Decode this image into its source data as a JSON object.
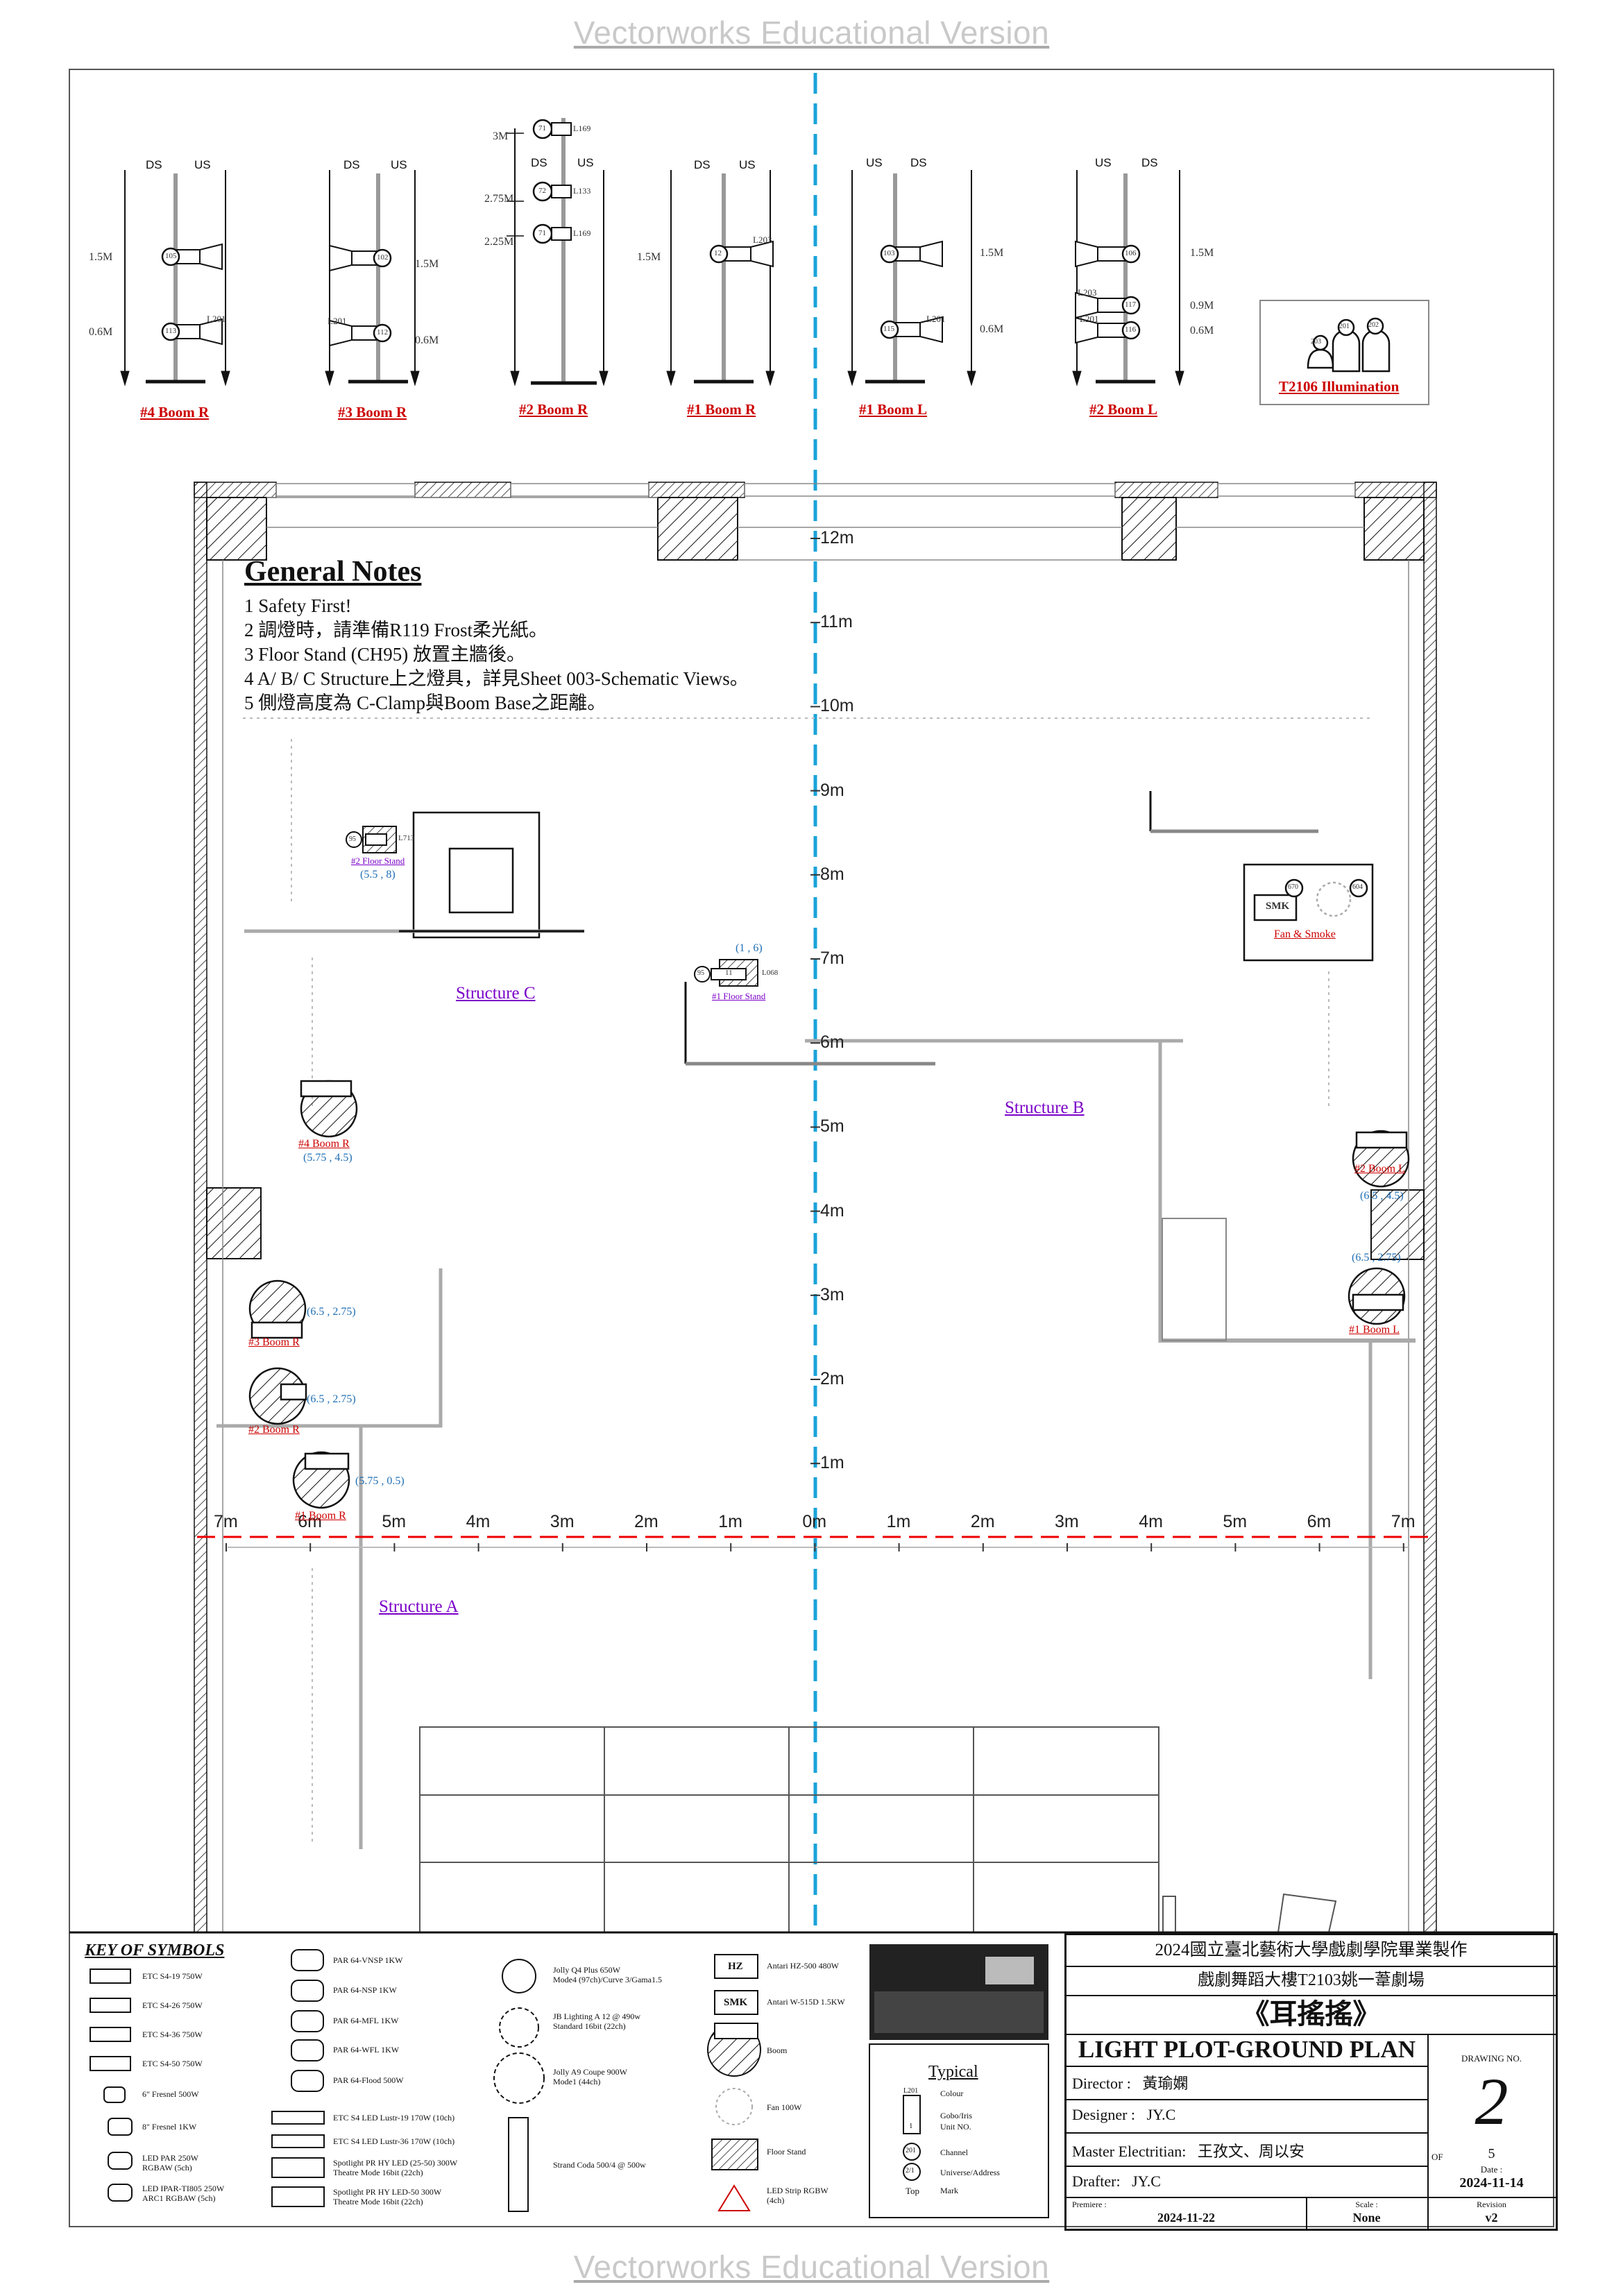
{
  "watermark": "Vectorworks Educational Version",
  "general_notes": {
    "title": "General Notes",
    "items": [
      "1 Safety First!",
      "2 調燈時，請準備R119 Frost柔光紙。",
      "3 Floor Stand (CH95) 放置主牆後。",
      "4 A/ B/ C Structure上之燈具，詳見Sheet 003-Schematic Views。",
      "5 側燈高度為 C-Clamp與Boom Base之距離。"
    ]
  },
  "booms_elevation": [
    {
      "name": "#4 Boom R",
      "dir": [
        "DS",
        "US"
      ],
      "heights": [
        "1.5M",
        "0.6M"
      ],
      "units": [
        "105",
        "113"
      ],
      "labels": [
        "L201"
      ]
    },
    {
      "name": "#3 Boom R",
      "dir": [
        "DS",
        "US"
      ],
      "heights": [
        "1.5M",
        "0.6M"
      ],
      "units": [
        "102",
        "112"
      ],
      "labels": [
        "L201"
      ]
    },
    {
      "name": "#2 Boom R",
      "dir": [
        "DS",
        "US"
      ],
      "heights": [
        "3M",
        "2.75M",
        "2.25M"
      ],
      "units": [
        "71",
        "72",
        "71"
      ],
      "labels": [
        "L169",
        "L133",
        "L169"
      ]
    },
    {
      "name": "#1 Boom R",
      "dir": [
        "DS",
        "US"
      ],
      "heights": [
        "1.5M"
      ],
      "units": [
        "12"
      ],
      "labels": [
        "L203"
      ]
    },
    {
      "name": "#1 Boom L",
      "dir": [
        "US",
        "DS"
      ],
      "heights": [
        "1.5M",
        "0.6M"
      ],
      "units": [
        "103",
        "115"
      ],
      "labels": [
        "L201"
      ]
    },
    {
      "name": "#2 Boom L",
      "dir": [
        "US",
        "DS"
      ],
      "heights": [
        "1.5M",
        "0.9M",
        "0.6M"
      ],
      "units": [
        "106",
        "117",
        "116"
      ],
      "labels": [
        "L203",
        "L201"
      ]
    }
  ],
  "illumination_label": "T2106 Illumination",
  "illum_units": [
    "203",
    "201",
    "202"
  ],
  "y_scale": [
    "12m",
    "11m",
    "10m",
    "9m",
    "8m",
    "7m",
    "6m",
    "5m",
    "4m",
    "3m",
    "2m",
    "1m"
  ],
  "x_scale": [
    "7m",
    "6m",
    "5m",
    "4m",
    "3m",
    "2m",
    "1m",
    "0m",
    "1m",
    "2m",
    "3m",
    "4m",
    "5m",
    "6m",
    "7m"
  ],
  "structures": [
    "Structure C",
    "Structure B",
    "Structure A"
  ],
  "floor_stands": [
    {
      "name": "#2 Floor Stand",
      "coord": "(5.5 , 8)",
      "unit": "95",
      "label": "L713"
    },
    {
      "name": "#1 Floor Stand",
      "coord": "(1 , 6)",
      "unit": "95",
      "label": "L068",
      "unit2": "11"
    }
  ],
  "plan_booms": [
    {
      "name": "#4 Boom R",
      "coord": "(5.75 , 4.5)"
    },
    {
      "name": "#3 Boom R",
      "coord": "(6.5 , 2.75)"
    },
    {
      "name": "#2 Boom R",
      "coord": "(6.5 , 2.75)"
    },
    {
      "name": "#1 Boom R",
      "coord": "(5.75 , 0.5)"
    },
    {
      "name": "#2 Boom L",
      "coord": "(6.5 , 4.5)"
    },
    {
      "name": "#1 Boom L",
      "coord": "(6.5 , 2.75)"
    }
  ],
  "fan_smoke": {
    "label": "Fan & Smoke",
    "smk": "SMK",
    "units": [
      "670",
      "604"
    ]
  },
  "key_of_symbols": {
    "title": "KEY OF SYMBOLS",
    "col1": [
      "ETC S4-19 750W",
      "ETC S4-26 750W",
      "ETC S4-36 750W",
      "ETC S4-50 750W",
      "6\" Fresnel 500W",
      "8\" Fresnel 1KW",
      "LED PAR 250W",
      "RGBAW (5ch)",
      "LED IPAR-TI805 250W",
      "ARC1 RGBAW (5ch)"
    ],
    "col2": [
      "PAR 64-VNSP 1KW",
      "PAR 64-NSP 1KW",
      "PAR 64-MFL 1KW",
      "PAR 64-WFL 1KW",
      "PAR 64-Flood 500W",
      "ETC S4 LED Lustr-19 170W (10ch)",
      "ETC S4 LED Lustr-36 170W (10ch)",
      "Spotlight PR HY LED (25-50) 300W",
      "Theatre Mode 16bit (22ch)",
      "Spotlight PR HY LED-50 300W",
      "Theatre Mode 16bit (22ch)"
    ],
    "col3": [
      "Jolly Q4 Plus 650W",
      "Mode4 (97ch)/Curve 3/Gama1.5",
      "JB Lighting A 12 @ 490w",
      "Standard 16bit (22ch)",
      "Jolly A9 Coupe 900W",
      "Mode1 (44ch)",
      "Strand Coda 500/4 @ 500w"
    ],
    "col4": [
      "Antari HZ-500 480W",
      "Antari W-515D 1.5KW",
      "Boom",
      "Fan 100W",
      "Floor Stand",
      "LED Strip RGBW",
      "(4ch)"
    ],
    "col4_tags": [
      "HZ",
      "SMK"
    ]
  },
  "typical": {
    "title": "Typical",
    "items": [
      "Colour",
      "Gobo/Iris",
      "Unit NO.",
      "Channel",
      "Universe/Address",
      "Mark"
    ],
    "top": "Top",
    "sample": [
      "L201",
      "1",
      "201",
      "2/1"
    ]
  },
  "title_block": {
    "org": "2024國立臺北藝術大學戲劇學院畢業製作",
    "venue": "戲劇舞蹈大樓T2103姚一葦劇場",
    "show": "《耳搖搖》",
    "sheet_title": "LIGHT PLOT-GROUND PLAN",
    "director_label": "Director :",
    "director": "黃瑜嫻",
    "designer_label": "Designer :",
    "designer": "JY.C",
    "me_label": "Master Electritian:",
    "me": "王孜文、周以安",
    "drafter_label": "Drafter:",
    "drafter": "JY.C",
    "premiere_label": "Premiere :",
    "premiere": "2024-11-22",
    "scale_label": "Scale :",
    "scale": "None",
    "revision_label": "Revision",
    "revision": "v2",
    "drawing_no_label": "DRAWING NO.",
    "drawing_no": "2",
    "of_label": "OF",
    "of": "5",
    "date_label": "Date :",
    "date": "2024-11-14"
  }
}
